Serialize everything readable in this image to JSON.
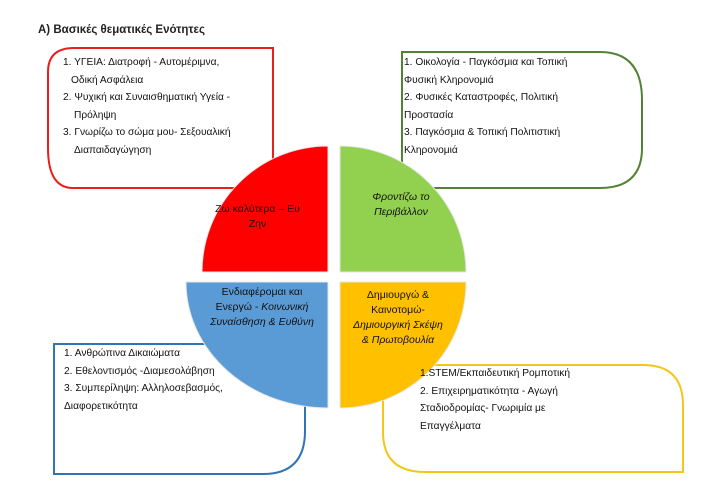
{
  "heading": "Α) Βασικές θεματικές Ενότητες",
  "colors": {
    "red": "#ff0000",
    "green": "#92d050",
    "blue": "#5b9bd5",
    "yellow": "#ffc000",
    "box_red": "#e8201c",
    "box_green": "#548235",
    "box_blue": "#2e75b6",
    "box_yellow": "#f5c518"
  },
  "quadrants": {
    "top_left": {
      "lines": [
        "Ζω καλύτερα – Ευ",
        "Ζην"
      ]
    },
    "top_right": {
      "lines": [
        "Φροντίζω το",
        "Περιβάλλον"
      ]
    },
    "bottom_left": {
      "line1": "Ενδιαφέρομαι και",
      "line2_a": "Ενεργώ - ",
      "line2_b": "Κοινωνική",
      "line3": "Συναίσθηση & Ευθύνη"
    },
    "bottom_right": {
      "lines": [
        "Δημιουργώ &",
        "Καινοτομώ-",
        "Δημιουργική Σκέψη",
        "& Πρωτοβουλία"
      ]
    }
  },
  "boxes": {
    "top_left": [
      "1. ΥΓΕΙΑ: Διατροφή - Αυτομέριμνα,",
      "Οδική Ασφάλεια",
      "2.  Ψυχική  και  Συναισθηματική  Υγεία  -",
      "Πρόληψη",
      "3.  Γνωρίζω  το  σώμα  μου-  Σεξουαλική",
      "Διαπαιδαγώγηση"
    ],
    "top_right": [
      "1. Οικολογία - Παγκόσμια και Τοπική",
      "Φυσική Κληρονομιά",
      "2. Φυσικές Καταστροφές, Πολιτική",
      "Προστασία",
      "3. Παγκόσμια & Τοπική Πολιτιστική",
      "Κληρονομιά"
    ],
    "bottom_left": [
      "1. Ανθρώπινα Δικαιώματα",
      "2. Εθελοντισμός  -Διαμεσολάβηση",
      "3. Συμπερίληψη: Αλληλοσεβασμός,",
      "Διαφορετικότητα"
    ],
    "bottom_right": [
      "1.STEM/Εκπαιδευτική Ρομποτική",
      "2. Επιχειρηματικότητα - Αγωγή",
      "Σταδιοδρομίας- Γνωριμία με",
      "Επαγγέλματα"
    ]
  }
}
